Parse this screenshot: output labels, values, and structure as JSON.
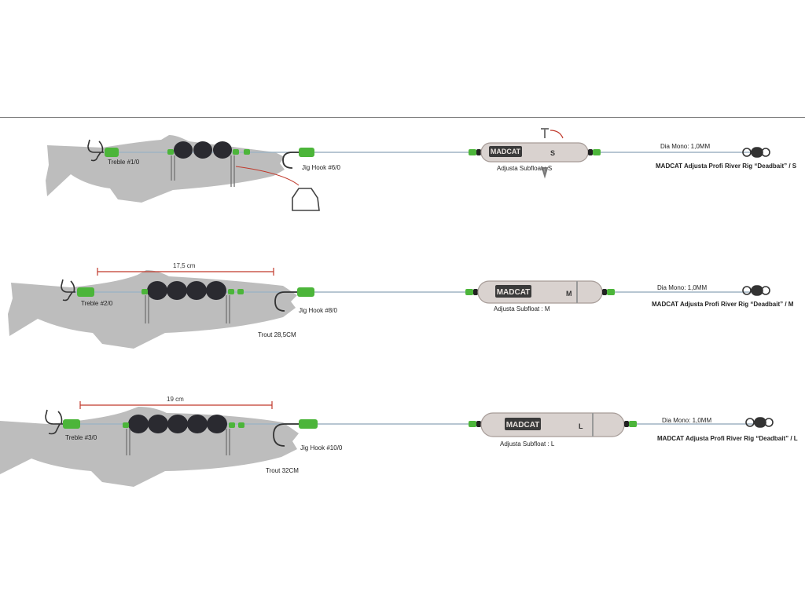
{
  "colors": {
    "line": "#9fb3c3",
    "fish": "#bdbdbd",
    "beads": "#2a2a30",
    "sleeve": "#4cb53a",
    "measure": "#c0392b",
    "float_body": "#d9d2cf"
  },
  "rigs": [
    {
      "treble_label": "Treble #1/0",
      "jig_label": "Jig Hook #6/0",
      "trout_label": "",
      "measure_label": "",
      "float_label": "Adjusta Subfloat : S",
      "float_letter": "S",
      "float_brand": "MADCAT",
      "mono_label": "Dia Mono: 1,0MM",
      "product_label": "MADCAT Adjusta Profi River Rig “Deadbait” / S"
    },
    {
      "treble_label": "Treble #2/0",
      "jig_label": "Jig Hook #8/0",
      "trout_label": "Trout 28,5CM",
      "measure_label": "17,5 cm",
      "float_label": "Adjusta Subfloat : M",
      "float_letter": "M",
      "float_brand": "MADCAT",
      "mono_label": "Dia Mono: 1,0MM",
      "product_label": "MADCAT Adjusta Profi River Rig “Deadbait” / M"
    },
    {
      "treble_label": "Treble #3/0",
      "jig_label": "Jig Hook #10/0",
      "trout_label": "Trout 32CM",
      "measure_label": "19 cm",
      "float_label": "Adjusta Subfloat : L",
      "float_letter": "L",
      "float_brand": "MADCAT",
      "mono_label": "Dia Mono: 1,0MM",
      "product_label": "MADCAT Adjusta Profi River Rig “Deadbait” / L"
    }
  ]
}
